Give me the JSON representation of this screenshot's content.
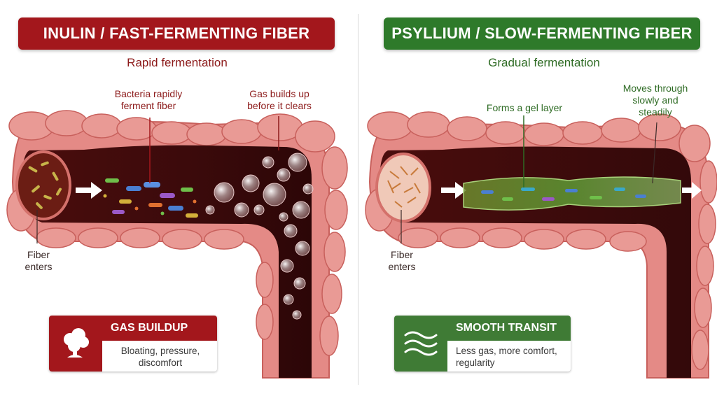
{
  "left": {
    "banner": "INULIN / FAST-FERMENTING FIBER",
    "subtitle": "Rapid fermentation",
    "labels": {
      "bacteria": "Bacteria rapidly ferment fiber",
      "gas": "Gas builds up before it clears",
      "fiber": "Fiber enters"
    },
    "card": {
      "icon": "gas-cloud-icon",
      "title": "GAS BUILDUP",
      "description": "Bloating, pressure, discomfort"
    },
    "colors": {
      "accent": "#a3171c",
      "text": "#8c1a1a"
    }
  },
  "right": {
    "banner": "PSYLLIUM / SLOW-FERMENTING FIBER",
    "subtitle": "Gradual fermentation",
    "labels": {
      "gel": "Forms a gel layer",
      "moves": "Moves through slowly and steadily",
      "fiber": "Fiber enters"
    },
    "card": {
      "icon": "wave-lines-icon",
      "title": "SMOOTH TRANSIT",
      "description": "Less gas, more comfort, regularity"
    },
    "colors": {
      "accent": "#2e7a2a",
      "text": "#2e6b24"
    }
  }
}
